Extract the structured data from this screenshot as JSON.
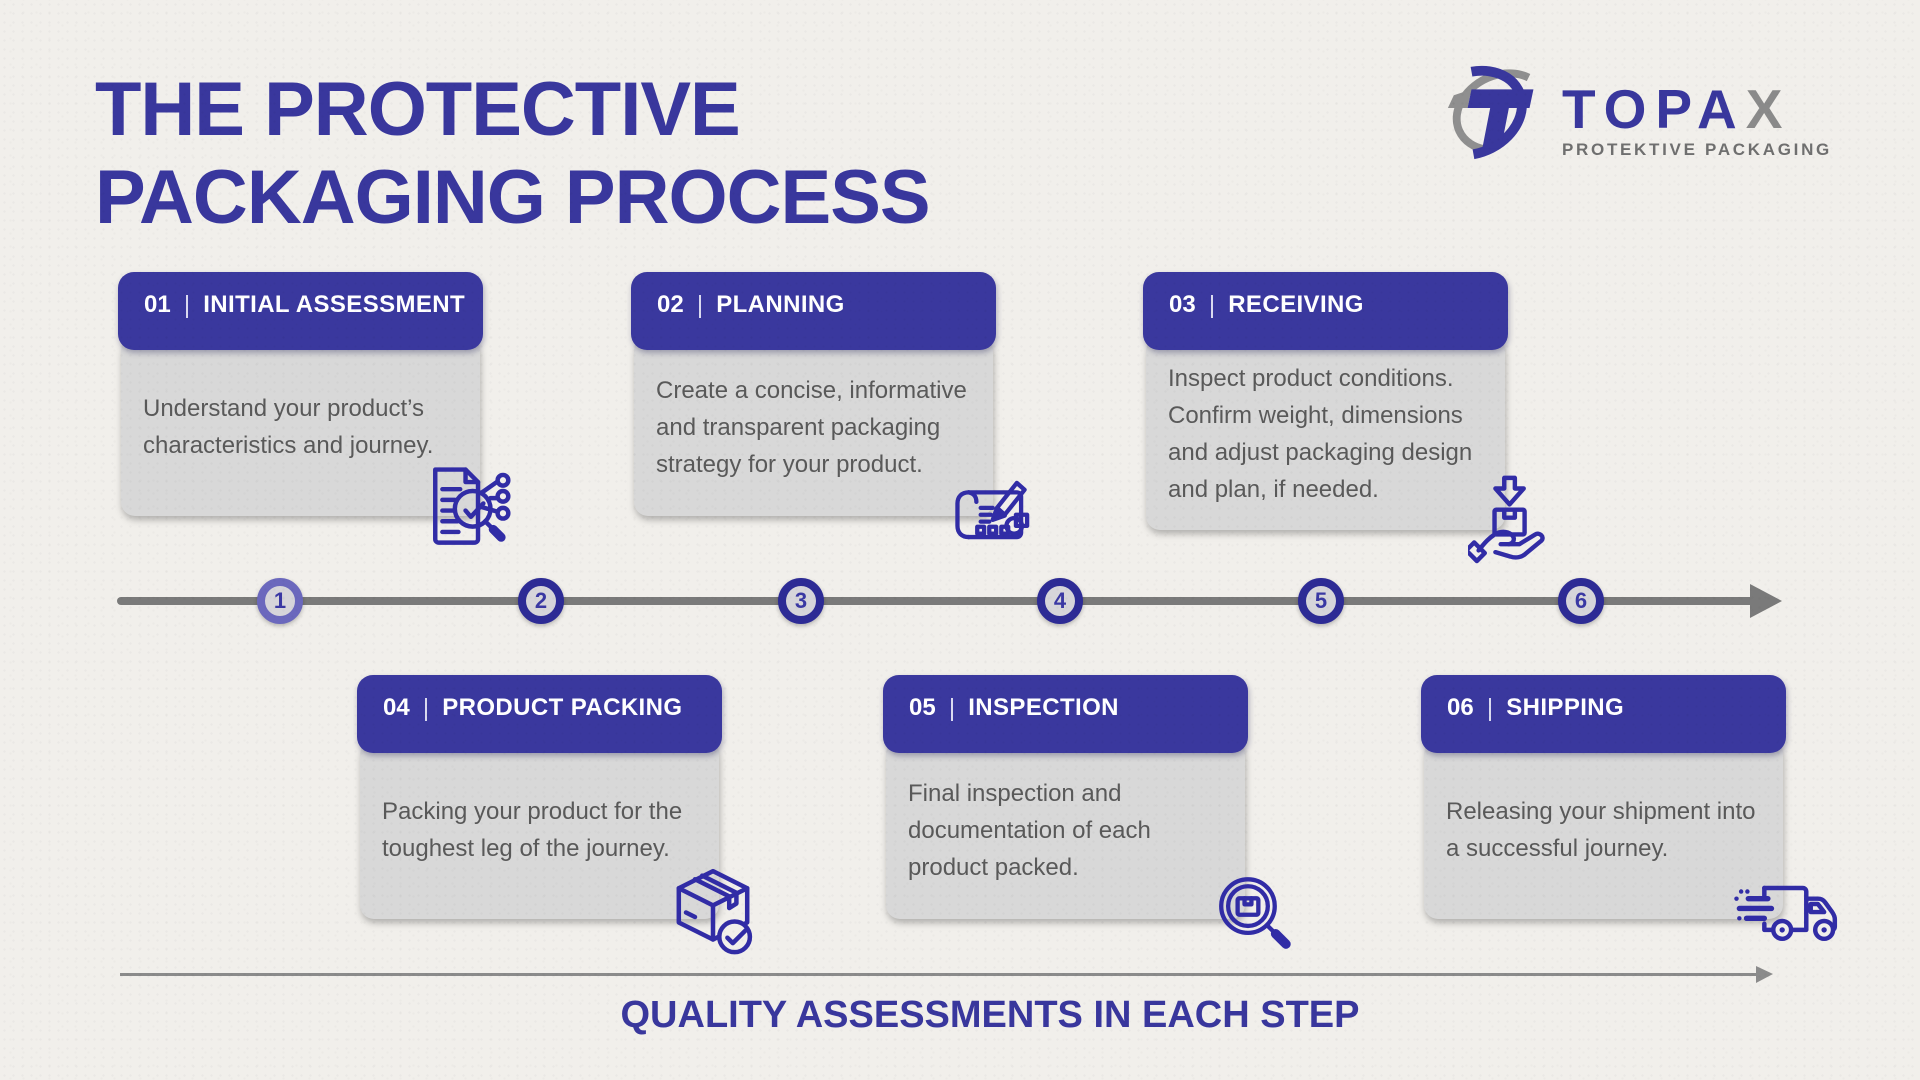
{
  "title": {
    "line1": "THE PROTECTIVE",
    "line2": "PACKAGING PROCESS"
  },
  "logo": {
    "word_main": "TOPA",
    "word_accent": "X",
    "tagline": "PROTEKTIVE PACKAGING",
    "mark": "topax-t-swoosh-emblem"
  },
  "ui": {
    "separator": "|"
  },
  "steps": [
    {
      "number": "01",
      "title": "INITIAL ASSESSMENT",
      "description": "Understand your product’s characteristics and journey.",
      "icon": "document-review-icon"
    },
    {
      "number": "02",
      "title": "PLANNING",
      "description": "Create a concise, informative and transparent packaging strategy for your product.",
      "icon": "packaging-plan-icon"
    },
    {
      "number": "03",
      "title": "RECEIVING",
      "description": "Inspect product conditions. Confirm weight, dimensions and adjust packaging design and plan, if needed.",
      "icon": "receive-box-icon"
    },
    {
      "number": "04",
      "title": "PRODUCT PACKING",
      "description": "Packing your product for the toughest leg of the journey.",
      "icon": "packed-box-check-icon"
    },
    {
      "number": "05",
      "title": "INSPECTION",
      "description": "Final inspection and documentation of each product packed.",
      "icon": "inspect-package-icon"
    },
    {
      "number": "06",
      "title": "SHIPPING",
      "description": "Releasing your shipment into a successful journey.",
      "icon": "shipping-truck-icon"
    }
  ],
  "timeline": {
    "markers": [
      "1",
      "2",
      "3",
      "4",
      "5",
      "6"
    ]
  },
  "footer": {
    "caption": "QUALITY ASSESSMENTS IN EACH STEP"
  },
  "colors": {
    "background": "#F1EFEB",
    "accent_blue": "#3A389E",
    "title_blue": "#39379D",
    "icon_blue": "#312CA6",
    "card_body_gray": "#D8D8D8",
    "body_text_gray": "#595959",
    "timeline_gray": "#7A7A7A",
    "ring_dark": "#2D2B95",
    "ring_light": "#6B68BD",
    "logo_gray": "#8A8A8A"
  }
}
